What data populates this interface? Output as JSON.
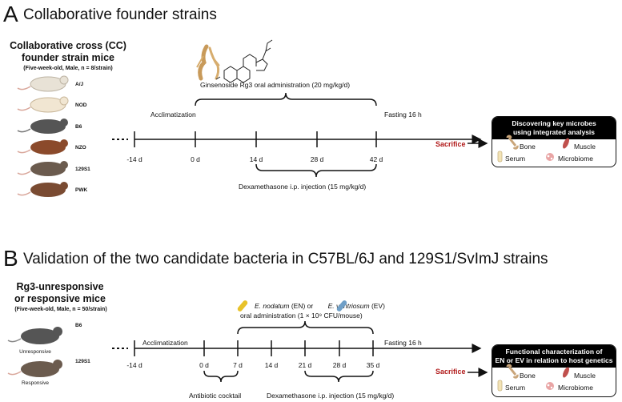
{
  "panelA": {
    "letter": "A",
    "title": "Collaborative founder strains",
    "group_title_1": "Collaborative cross (CC)",
    "group_title_2": "founder strain mice",
    "group_subtitle": "(Five-week-old, Male, n = 8/strain)",
    "mice": [
      {
        "label": "A/J",
        "color": "#e8e2d6"
      },
      {
        "label": "NOD",
        "color": "#f1e6d2"
      },
      {
        "label": "B6",
        "color": "#555555"
      },
      {
        "label": "NZO",
        "color": "#8b4a2b"
      },
      {
        "label": "129S1",
        "color": "#6b5b4e"
      },
      {
        "label": "PWK",
        "color": "#7a4b32"
      }
    ],
    "treatment": "Ginsenoside Rg3 oral administration (20 mg/kg/d)",
    "acclimatization": "Acclimatization",
    "fasting": "Fasting 16 h",
    "sacrifice": "Sacrifice",
    "ticks": [
      "-14 d",
      "0 d",
      "14 d",
      "28 d",
      "42 d"
    ],
    "injection": "Dexamethasone i.p. injection (15 mg/kg/d)",
    "box_head_1": "Discovering key microbes",
    "box_head_2": "using integrated analysis",
    "box_items": {
      "bone": "Bone",
      "muscle": "Muscle",
      "serum": "Serum",
      "microbiome": "Microbiome"
    }
  },
  "panelB": {
    "letter": "B",
    "title": "Validation of the two candidate bacteria in C57BL/6J and 129S1/SvImJ strains",
    "group_title_1": "Rg3-unresponsive",
    "group_title_2": "or responsive mice",
    "group_subtitle": "(Five-week-old, Male, n = 50/strain)",
    "mice": [
      {
        "label": "B6",
        "caption": "Unresponsive",
        "color": "#555555"
      },
      {
        "label": "129S1",
        "caption": "Responsive",
        "color": "#6b5b4e"
      }
    ],
    "treatment_en": "E. nodatum",
    "treatment_en_abbr": " (EN) or ",
    "treatment_ev": "E. ventriosum",
    "treatment_ev_abbr": " (EV)",
    "treatment_line2": "oral administration (1 × 10⁹ CFU/mouse)",
    "acclimatization": "Acclimatization",
    "fasting": "Fasting 16 h",
    "sacrifice": "Sacrifice",
    "ticks": [
      "-14 d",
      "0 d",
      "7 d",
      "14 d",
      "21 d",
      "28 d",
      "35 d"
    ],
    "antibiotic": "Antibiotic cocktail",
    "injection": "Dexamethasone i.p. injection (15 mg/kg/d)",
    "box_head_1": "Functional characterization of",
    "box_head_2": "EN or EV in relation to host genetics",
    "box_items": {
      "bone": "Bone",
      "muscle": "Muscle",
      "serum": "Serum",
      "microbiome": "Microbiome"
    }
  },
  "colors": {
    "sacrifice": "#b11a1a",
    "en_pill": "#e8c22a",
    "ev_pill": "#6f9fc7",
    "bone": "#c9a57a",
    "muscle": "#c0504d",
    "serum": "#f3e3b5",
    "microbiome": "#e9a5a5"
  }
}
